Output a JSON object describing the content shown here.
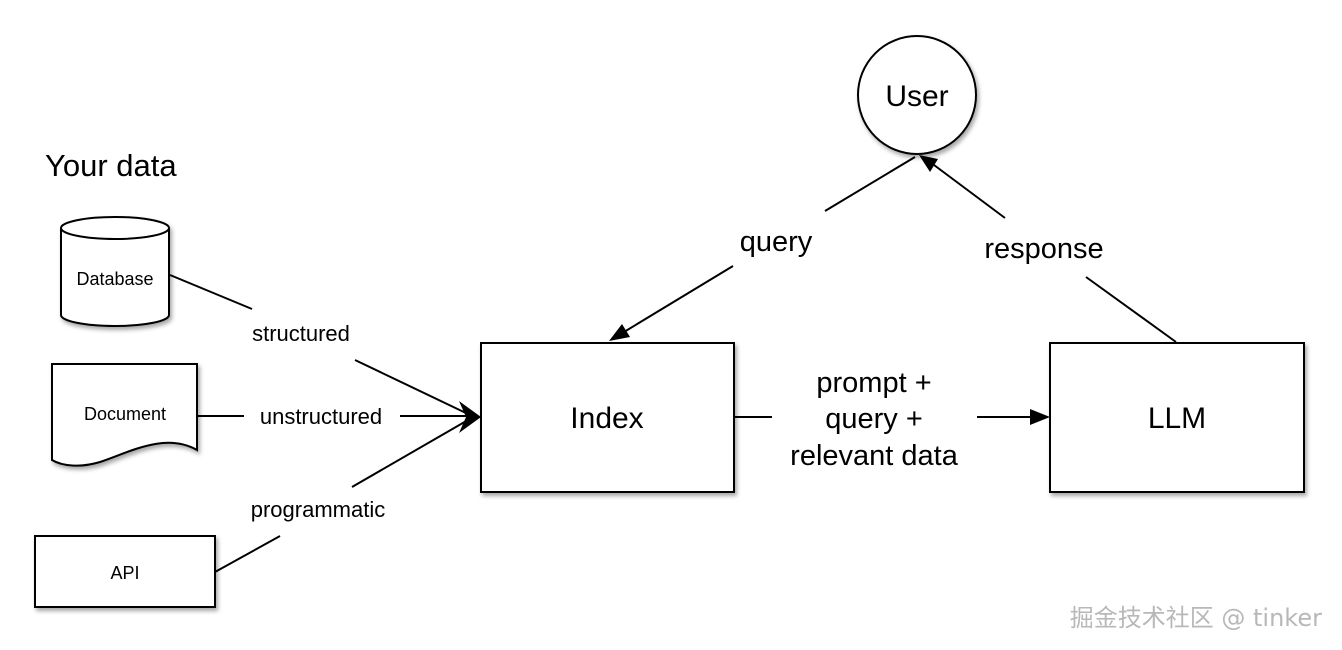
{
  "title": "Your data",
  "sources": {
    "database": "Database",
    "document": "Document",
    "api": "API"
  },
  "edge_labels": {
    "structured": "structured",
    "unstructured": "unstructured",
    "programmatic": "programmatic",
    "query": "query",
    "response": "response",
    "prompt_lines": [
      "prompt +",
      "query +",
      "relevant data"
    ]
  },
  "nodes": {
    "user": "User",
    "index": "Index",
    "llm": "LLM"
  },
  "watermark": "掘金技术社区 @ tinker"
}
